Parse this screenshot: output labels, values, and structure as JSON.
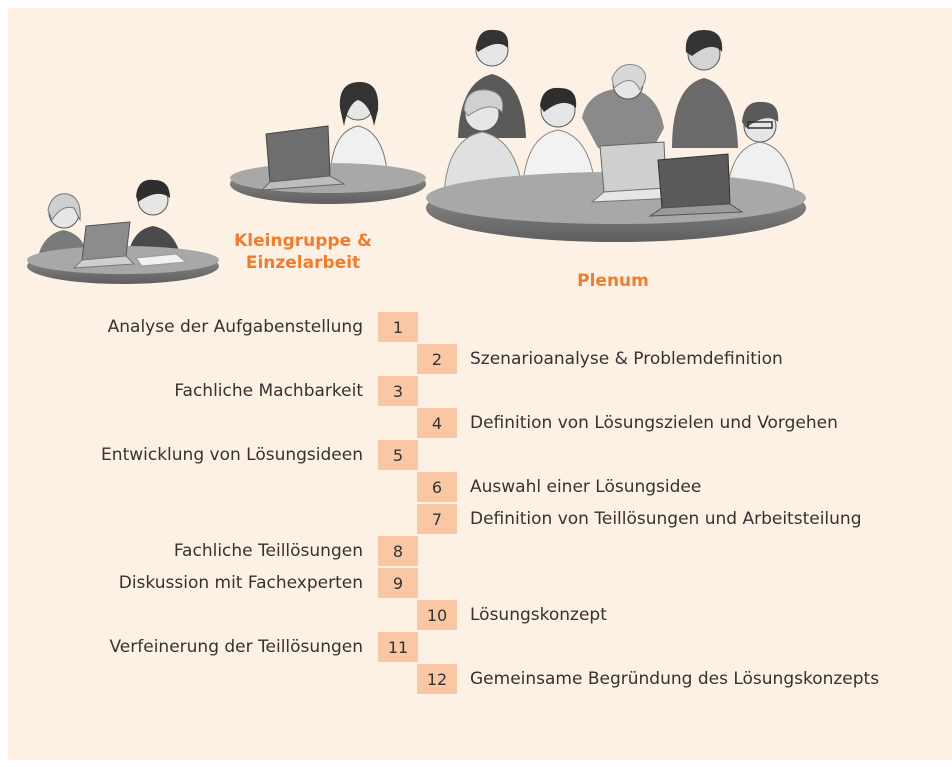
{
  "headers": {
    "left": [
      "Kleingruppe &",
      "Einzelarbeit"
    ],
    "right": "Plenum"
  },
  "steps": [
    {
      "num": "1",
      "side": "left",
      "label": "Analyse der Aufgabenstellung"
    },
    {
      "num": "2",
      "side": "right",
      "label": "Szenarioanalyse & Problemdefinition"
    },
    {
      "num": "3",
      "side": "left",
      "label": "Fachliche Machbarkeit"
    },
    {
      "num": "4",
      "side": "right",
      "label": "Definition von Lösungszielen und Vorgehen"
    },
    {
      "num": "5",
      "side": "left",
      "label": "Entwicklung von Lösungsideen"
    },
    {
      "num": "6",
      "side": "right",
      "label": "Auswahl einer Lösungsidee"
    },
    {
      "num": "7",
      "side": "right",
      "label": "Definition von Teillösungen und Arbeitsteilung"
    },
    {
      "num": "8",
      "side": "left",
      "label": "Fachliche Teillösungen"
    },
    {
      "num": "9",
      "side": "left",
      "label": "Diskussion mit Fachexperten"
    },
    {
      "num": "10",
      "side": "right",
      "label": "Lösungskonzept"
    },
    {
      "num": "11",
      "side": "left",
      "label": "Verfeinerung der Teillösungen"
    },
    {
      "num": "12",
      "side": "right",
      "label": "Gemeinsame Begründung des Lösungskonzepts"
    }
  ],
  "colors": {
    "accent": "#ee7d2e",
    "cell": "#f9c7a3",
    "background": "#fdf0e4"
  }
}
